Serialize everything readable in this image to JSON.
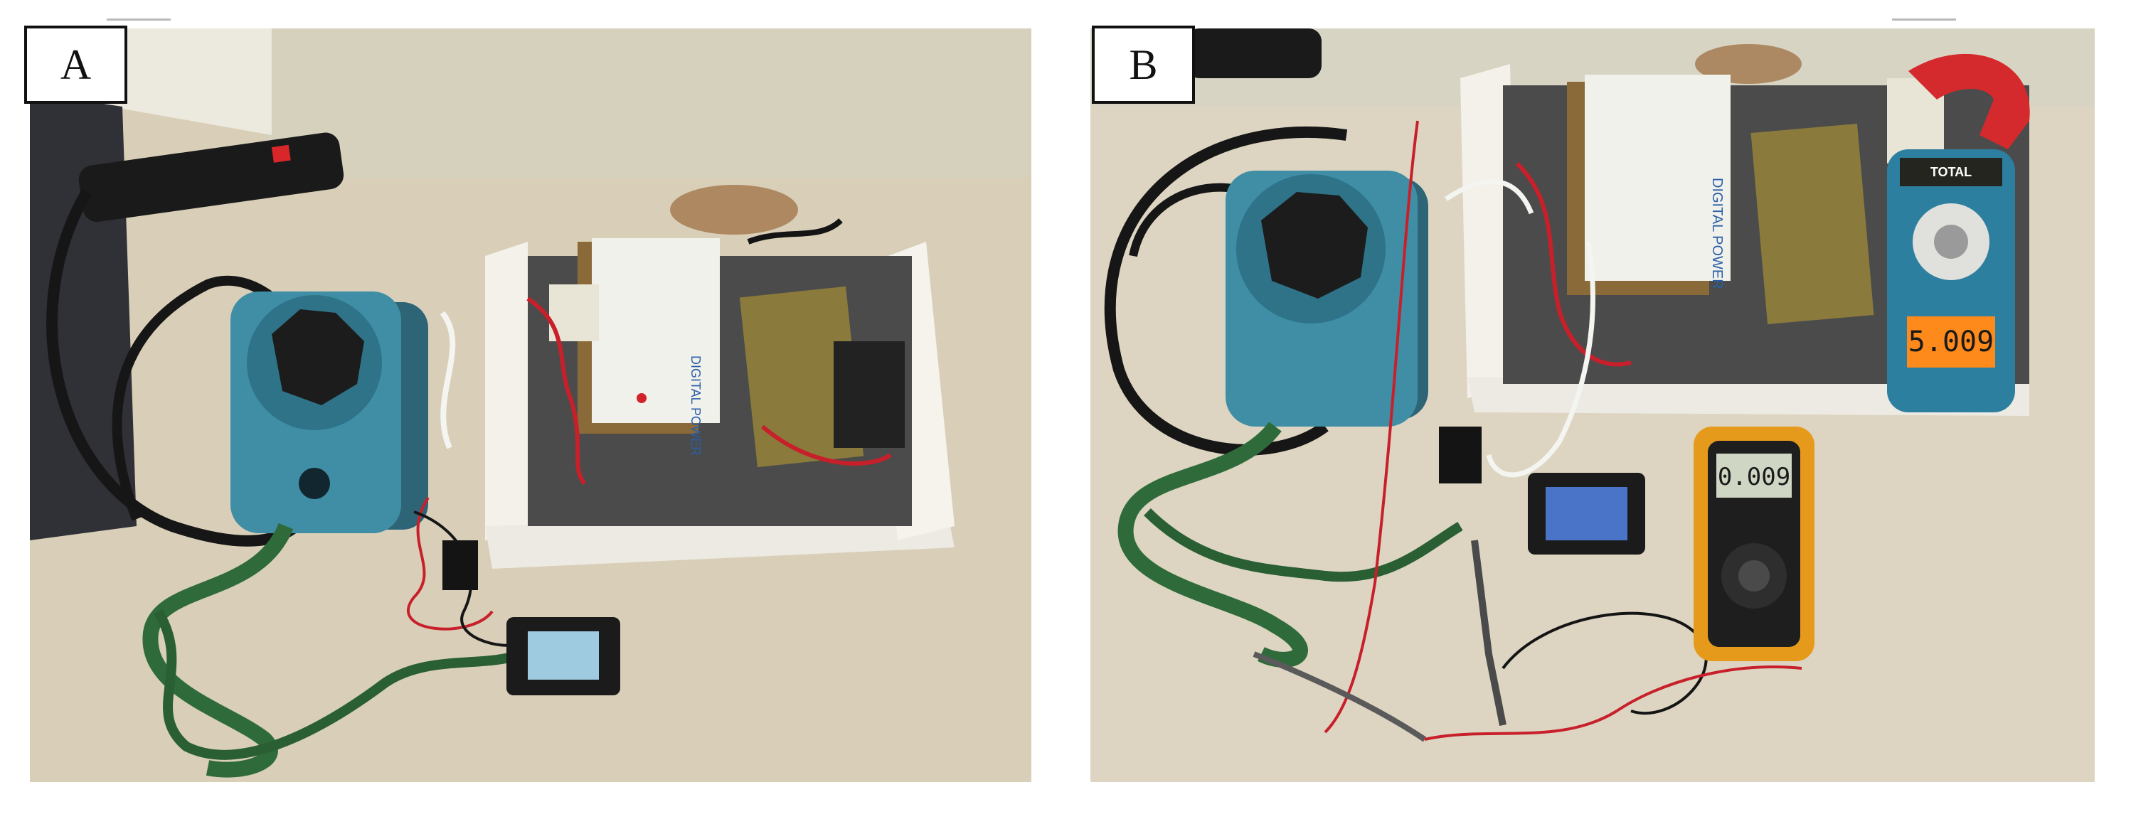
{
  "figure": {
    "panels": [
      {
        "label": "A",
        "device_text": "DIGITAL POWER"
      },
      {
        "label": "B",
        "device_text": "DIGITAL POWER",
        "clamp_meter_reading": "5.009",
        "multimeter_reading": "0.009",
        "clamp_meter_brand": "TOTAL"
      }
    ]
  },
  "colors": {
    "table": "#d8cdb5",
    "wall": "#d6d2bf",
    "variac_blue": "#3f8ea6",
    "knob": "#1c1c1c",
    "cable_green": "#2f6b3a",
    "pcb": "#8a7a3c",
    "wire_red": "#c8202a",
    "meter_yellow": "#e69a1c",
    "clamp_red": "#d42a2e",
    "display_lcd": "#9fcbe0",
    "display_orange": "#ff8a1c"
  }
}
